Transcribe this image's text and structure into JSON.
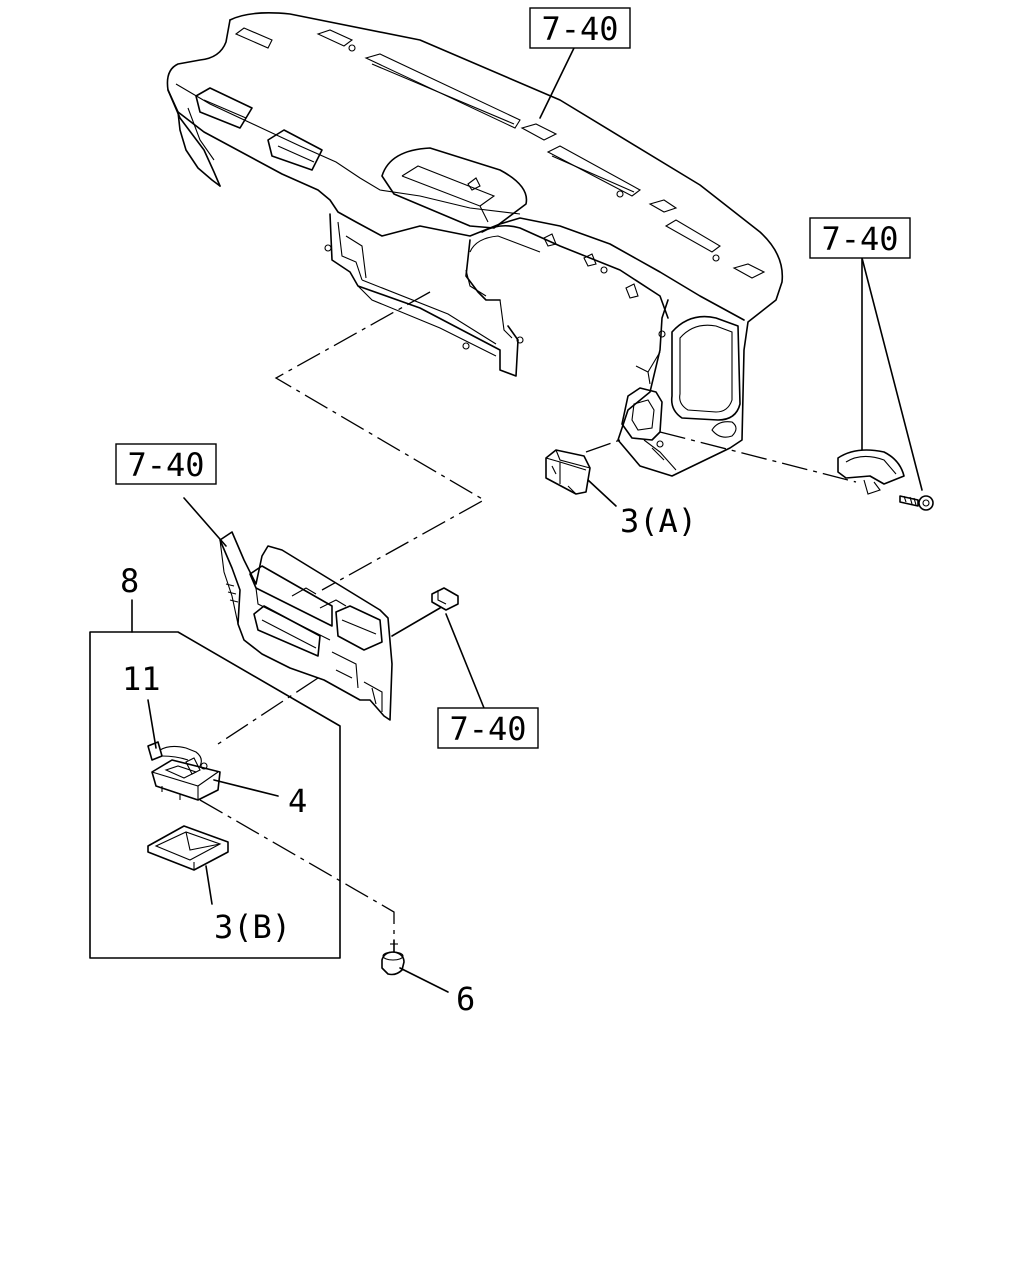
{
  "ref_labels": {
    "top": "7-40",
    "right": "7-40",
    "left": "7-40",
    "lower": "7-40"
  },
  "callouts": {
    "part_3a": "3(A)",
    "part_8": "8",
    "part_11": "11",
    "part_4": "4",
    "part_3b": "3(B)",
    "part_6": "6"
  }
}
